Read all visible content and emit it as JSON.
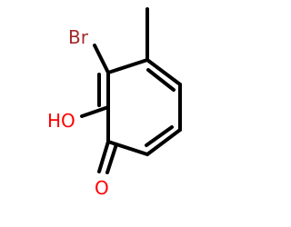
{
  "molecule": {
    "atoms": [
      {
        "id": "Br",
        "label": "Br",
        "color": "#a52a2a"
      },
      {
        "id": "OH",
        "label": "HO",
        "color": "#ff0000"
      },
      {
        "id": "O",
        "label": "O",
        "color": "#ff0000"
      }
    ]
  },
  "colors": {
    "bond": "#000000",
    "bromine": "#a52a2a",
    "oxygen": "#ff0000"
  }
}
